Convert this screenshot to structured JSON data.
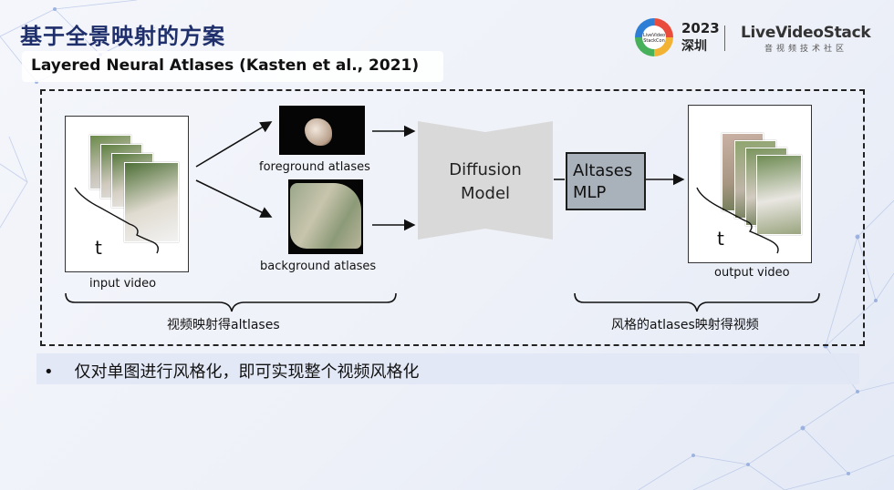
{
  "page": {
    "title": "基于全景映射的方案",
    "subtitle": "Layered Neural Atlases (Kasten et al., 2021)"
  },
  "logo": {
    "badge_text": "LiveVideo StackCon",
    "year": "2023",
    "city": "深圳",
    "brand": "LiveVideoStack",
    "brand_sub": "音视频技术社区"
  },
  "diagram": {
    "input_label": "input video",
    "input_t": "t",
    "foreground_label": "foreground atlases",
    "background_label": "background atlases",
    "diffusion_line1": "Diffusion",
    "diffusion_line2": "Model",
    "mlp_line1": "Altases",
    "mlp_line2": "MLP",
    "output_label": "output video",
    "output_t": "t",
    "left_brace_label": "视频映射得altlases",
    "right_brace_label": "风格的atlases映射得视频"
  },
  "bullets": [
    "仅对单图进行风格化，即可实现整个视频风格化"
  ],
  "colors": {
    "title": "#1f2f6b",
    "mlp_fill": "#a9b2bb",
    "diffusion_fill": "#d9d9d9"
  }
}
